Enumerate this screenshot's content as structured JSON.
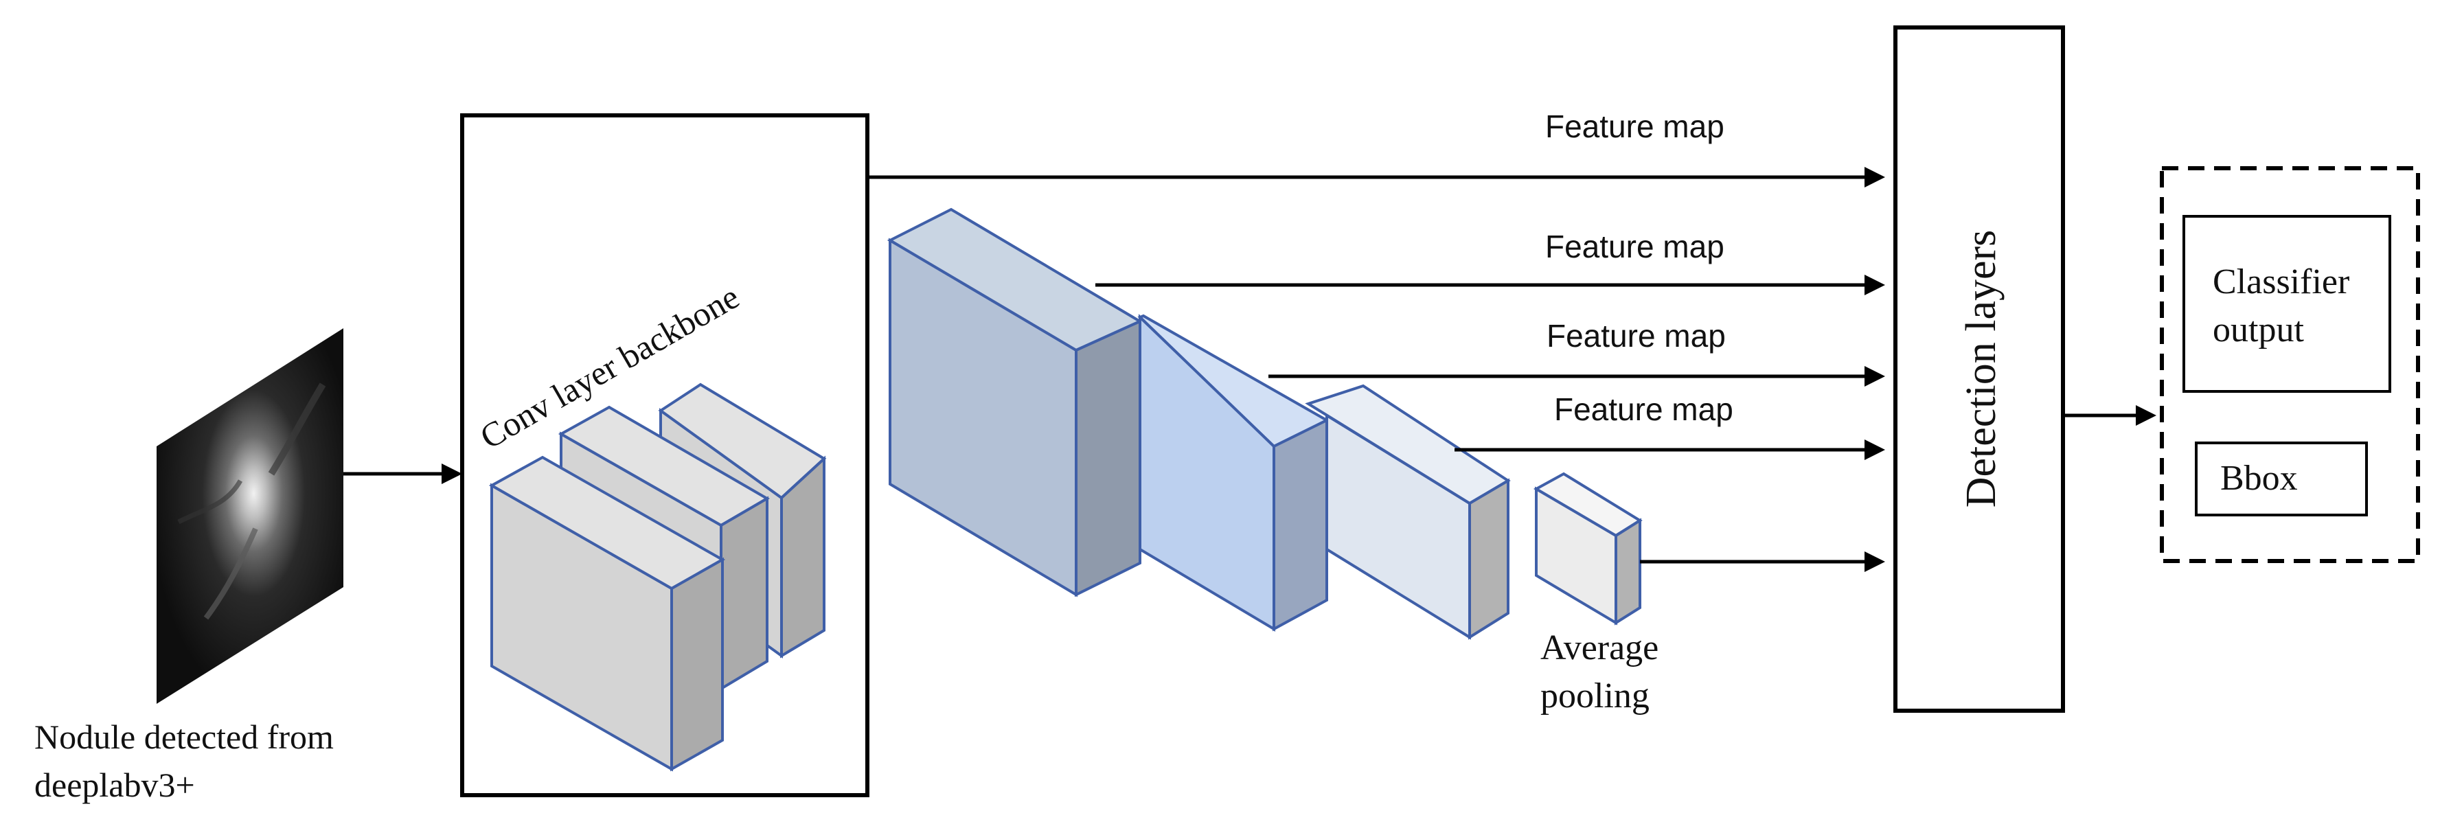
{
  "input_image": {
    "caption_line1": "Nodule detected from",
    "caption_line2": "deeplabv3+"
  },
  "backbone": {
    "label": "Conv layer backbone"
  },
  "feature_maps": [
    {
      "label": "Feature map"
    },
    {
      "label": "Feature map"
    },
    {
      "label": "Feature map"
    },
    {
      "label": "Feature map"
    }
  ],
  "pooling": {
    "label_line1": "Average",
    "label_line2": "pooling"
  },
  "detection": {
    "label": "Detection layers"
  },
  "output": {
    "classifier_line1": "Classifier",
    "classifier_line2": "output",
    "bbox_label": "Bbox"
  },
  "colors": {
    "block_stroke": "#3f5fa8",
    "backbone_front": "#d4d4d4",
    "backbone_top": "#e3e3e3",
    "backbone_side": "#ababab",
    "fm1_front": "#b3c1d6",
    "fm1_top": "#c9d5e3",
    "fm1_side": "#8f9aab",
    "fm2_front": "#bcd0ef",
    "fm2_top": "#d2e0f5",
    "fm2_side": "#98a6bf",
    "fm3_front": "#dfe6f0",
    "fm3_top": "#e9eef5",
    "fm3_side": "#b3b3b3",
    "pool_front": "#ececec",
    "pool_top": "#f5f5f5",
    "pool_side": "#b3b3b3"
  }
}
